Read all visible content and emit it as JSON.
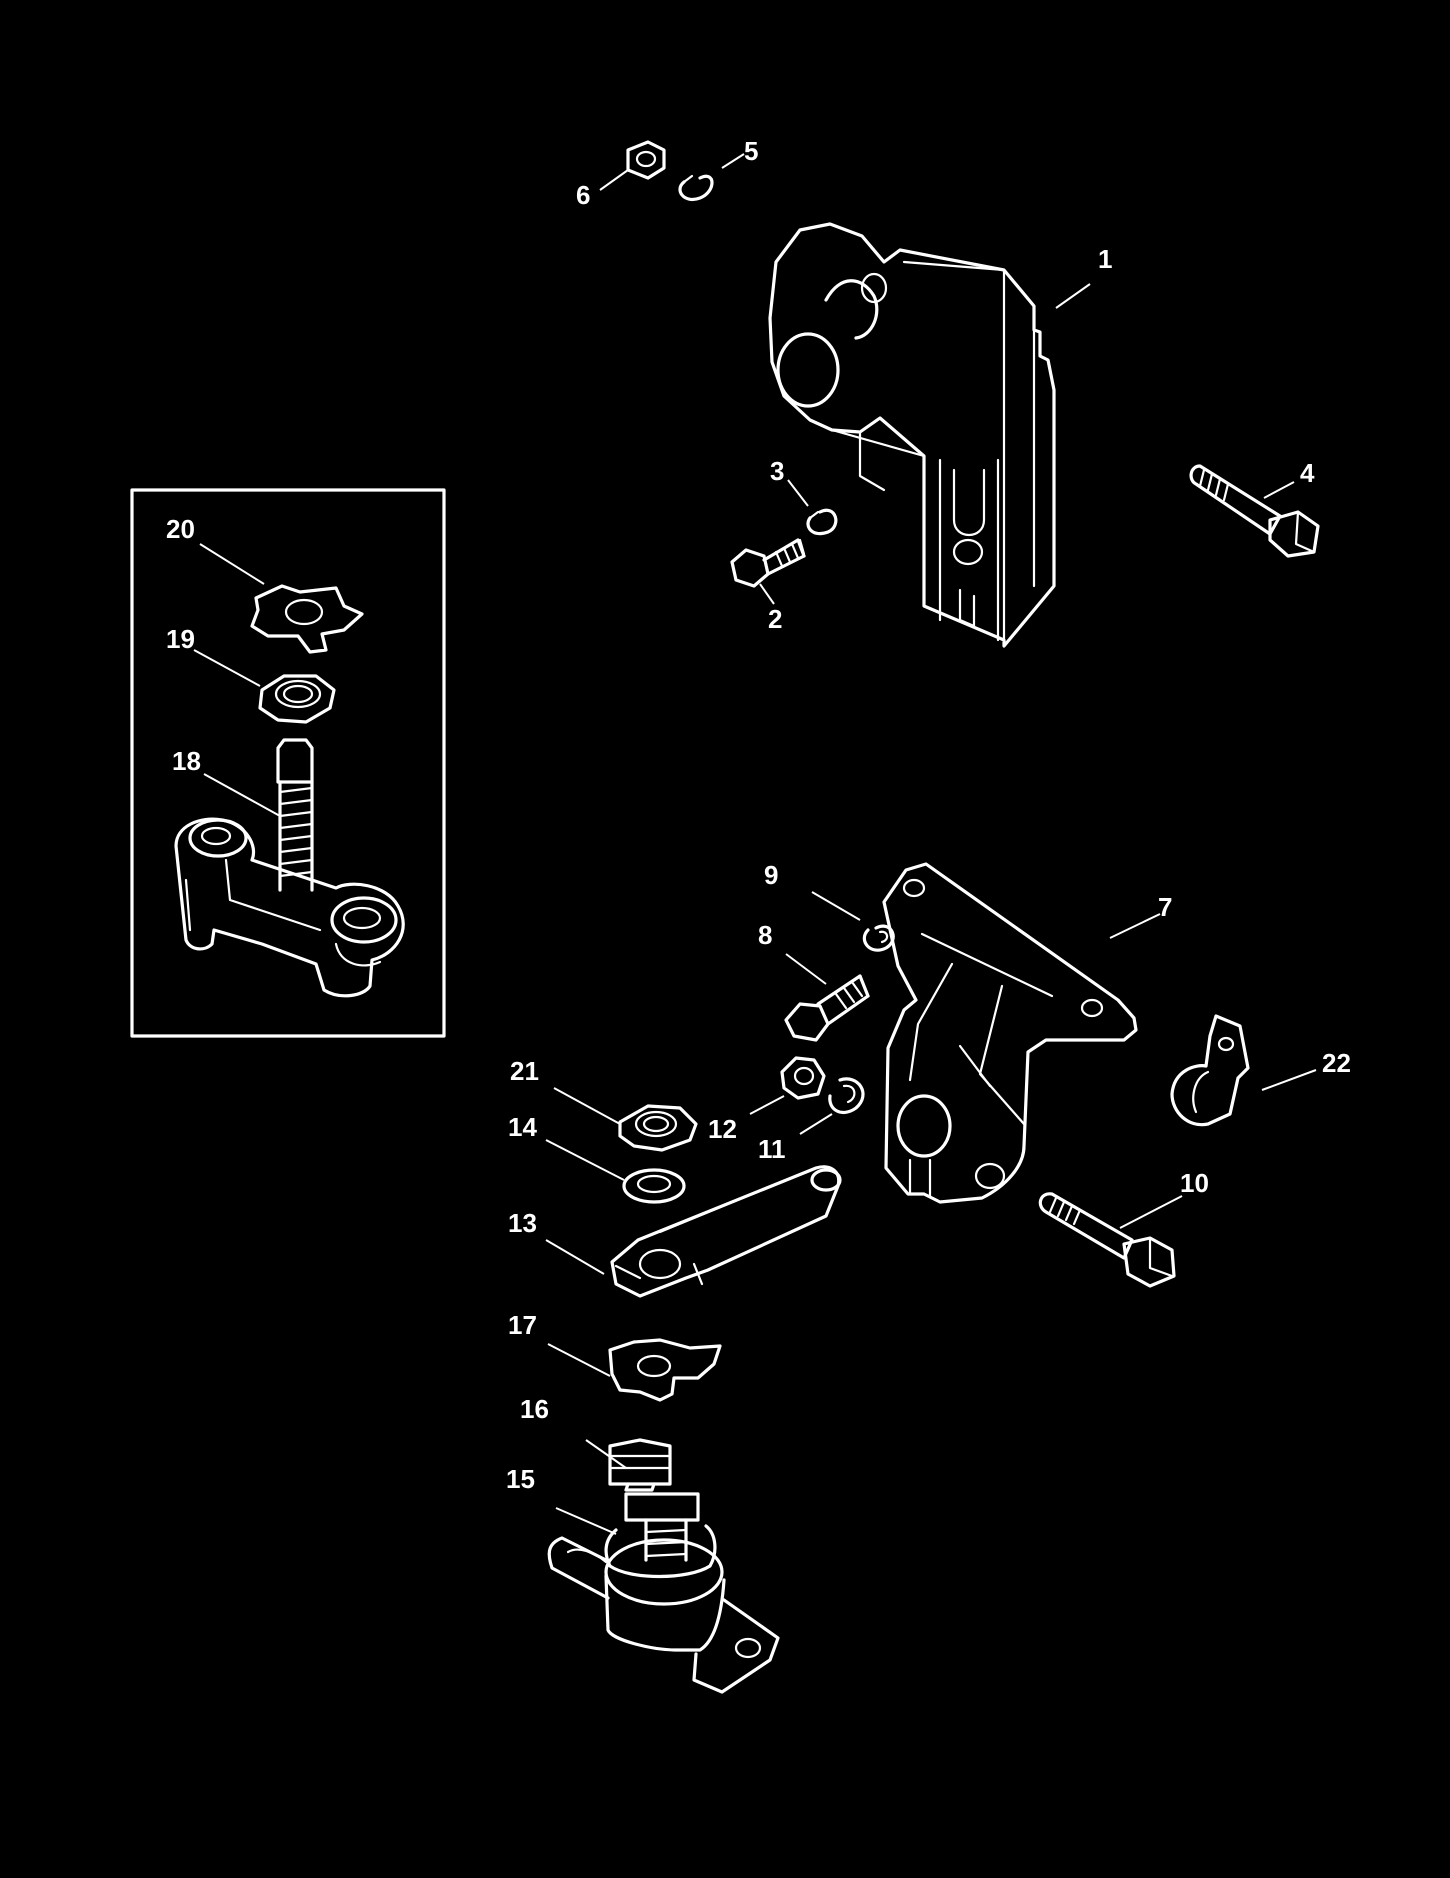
{
  "callouts": {
    "c1": "1",
    "c2": "2",
    "c3": "3",
    "c4": "4",
    "c5": "5",
    "c6": "6",
    "c7": "7",
    "c8": "8",
    "c9": "9",
    "c10": "10",
    "c11": "11",
    "c12": "12",
    "c13": "13",
    "c14": "14",
    "c15": "15",
    "c16": "16",
    "c17": "17",
    "c18": "18",
    "c19": "19",
    "c20": "20",
    "c21": "21",
    "c22": "22"
  },
  "colors": {
    "background": "#000000",
    "line": "#ffffff"
  }
}
